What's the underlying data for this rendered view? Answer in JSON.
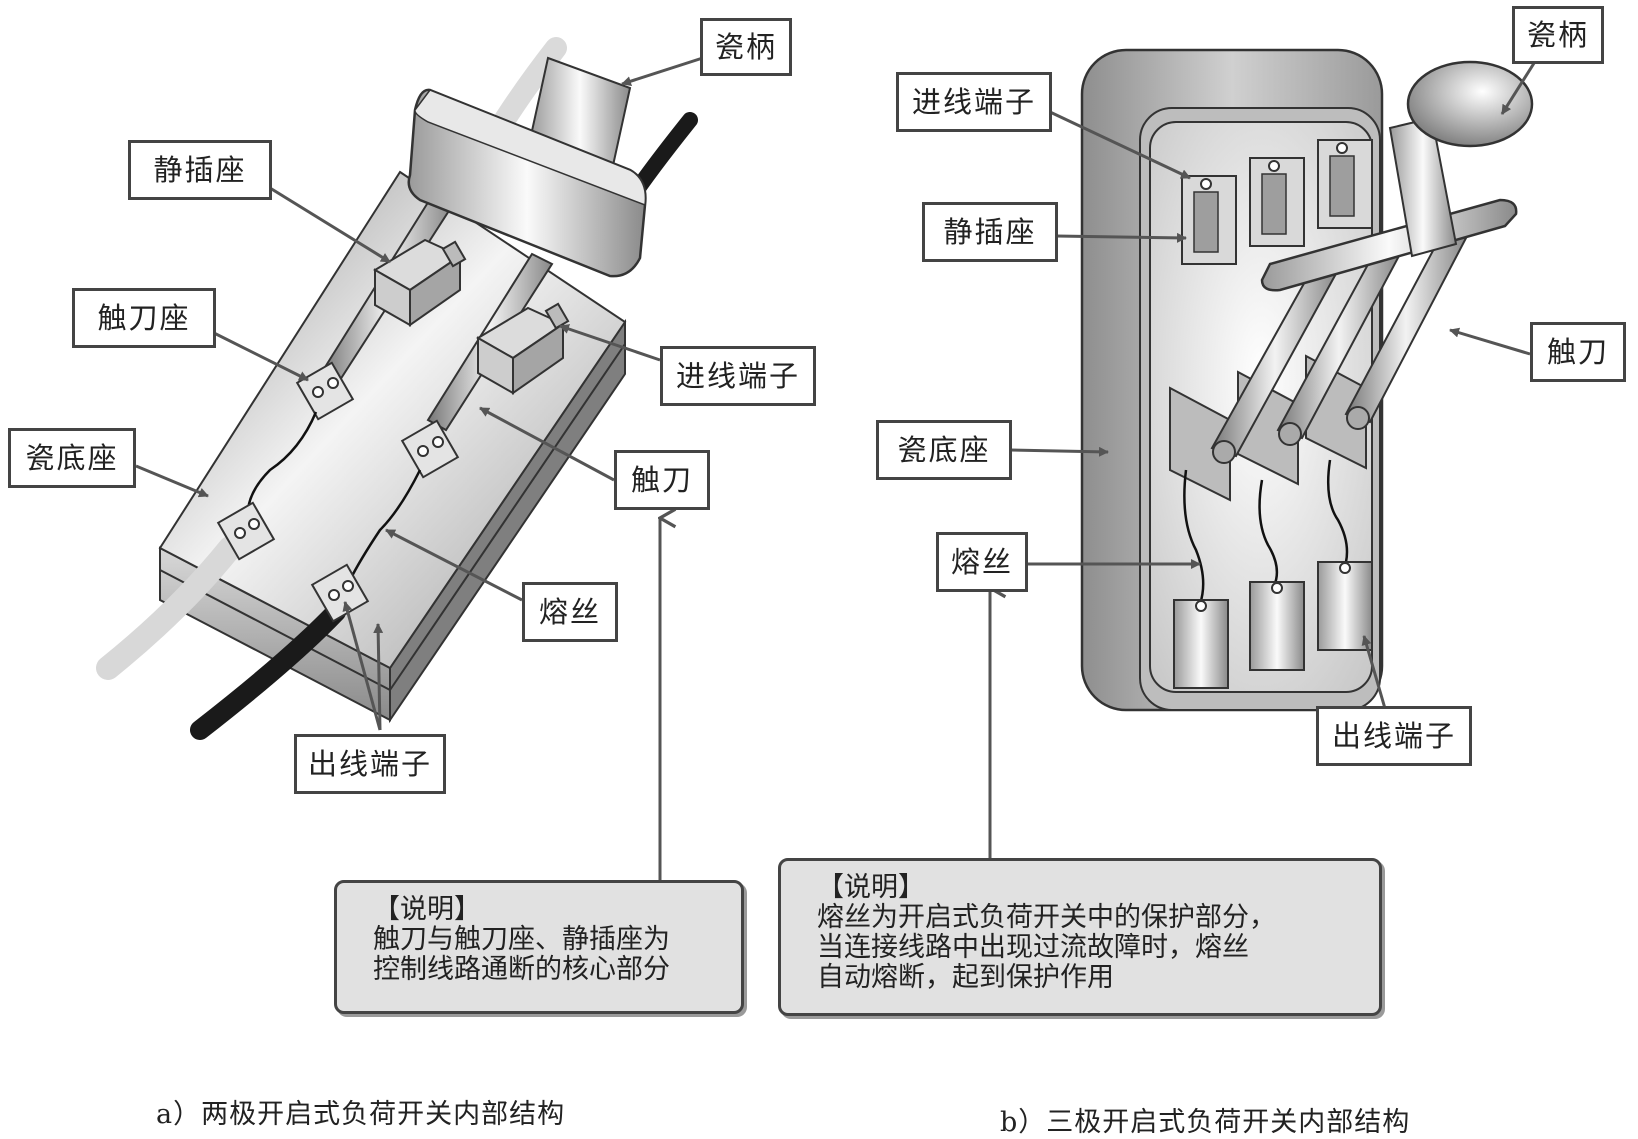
{
  "left": {
    "labels": {
      "handle": "瓷柄",
      "static_socket": "静插座",
      "blade_seat": "触刀座",
      "base": "瓷底座",
      "inlet_terminal": "进线端子",
      "blade": "触刀",
      "fuse": "熔丝",
      "outlet_terminal": "出线端子"
    },
    "note": {
      "title": "【说明】",
      "lines": [
        "触刀与触刀座、静插座为",
        "控制线路通断的核心部分"
      ]
    },
    "caption": "a）两极开启式负荷开关内部结构"
  },
  "right": {
    "labels": {
      "handle": "瓷柄",
      "inlet_terminal": "进线端子",
      "static_socket": "静插座",
      "blade": "触刀",
      "base": "瓷底座",
      "fuse": "熔丝",
      "outlet_terminal": "出线端子"
    },
    "note": {
      "title": "【说明】",
      "lines": [
        "熔丝为开启式负荷开关中的保护部分，",
        "当连接线路中出现过流故障时，熔丝",
        "自动熔断，起到保护作用"
      ]
    },
    "caption": "b）三极开启式负荷开关内部结构"
  }
}
